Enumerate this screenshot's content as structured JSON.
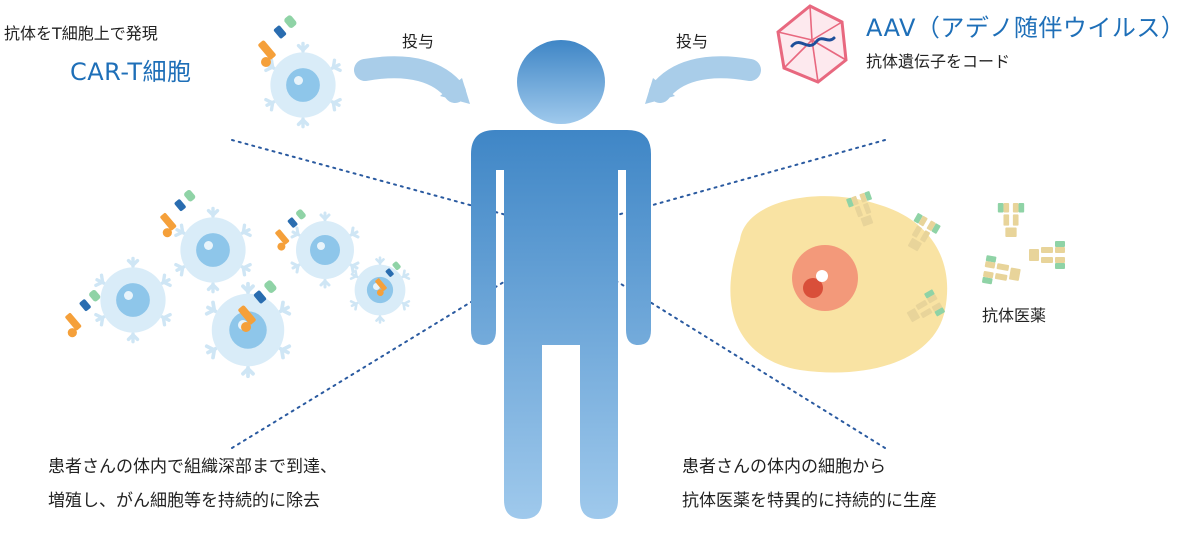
{
  "left_top": {
    "subtitle": "抗体をT細胞上で発現",
    "title": "CAR-T細胞"
  },
  "right_top": {
    "title": "AAV（アデノ随伴ウイルス）",
    "subtitle": "抗体遺伝子をコード"
  },
  "arrows": {
    "left_label": "投与",
    "right_label": "投与"
  },
  "right_mid": {
    "label": "抗体医薬"
  },
  "captions": {
    "left_line1": "患者さんの体内で組織深部まで到達、",
    "left_line2": "増殖し、がん細胞等を持続的に除去",
    "right_line1": "患者さんの体内の細胞から",
    "right_line2": "抗体医薬を特異的に持続的に生産"
  },
  "colors": {
    "accent_blue": "#1e6fb8",
    "person_top": "#3f86c6",
    "person_bottom": "#9fc9ec",
    "arrow": "#a9cde9",
    "virus": "#e8687f",
    "cell_yellow": "#f9e3a3",
    "nucleus": "#f3997a",
    "tcell": "#d6eaf7",
    "antibody_green": "#8fd3a6",
    "antibody_tan": "#e8d49a",
    "car_orange": "#f5a03a"
  },
  "icons": [
    "car-t-cell-icon",
    "aav-virus-icon",
    "person-icon",
    "tumor-cell-icon",
    "antibody-icon"
  ]
}
